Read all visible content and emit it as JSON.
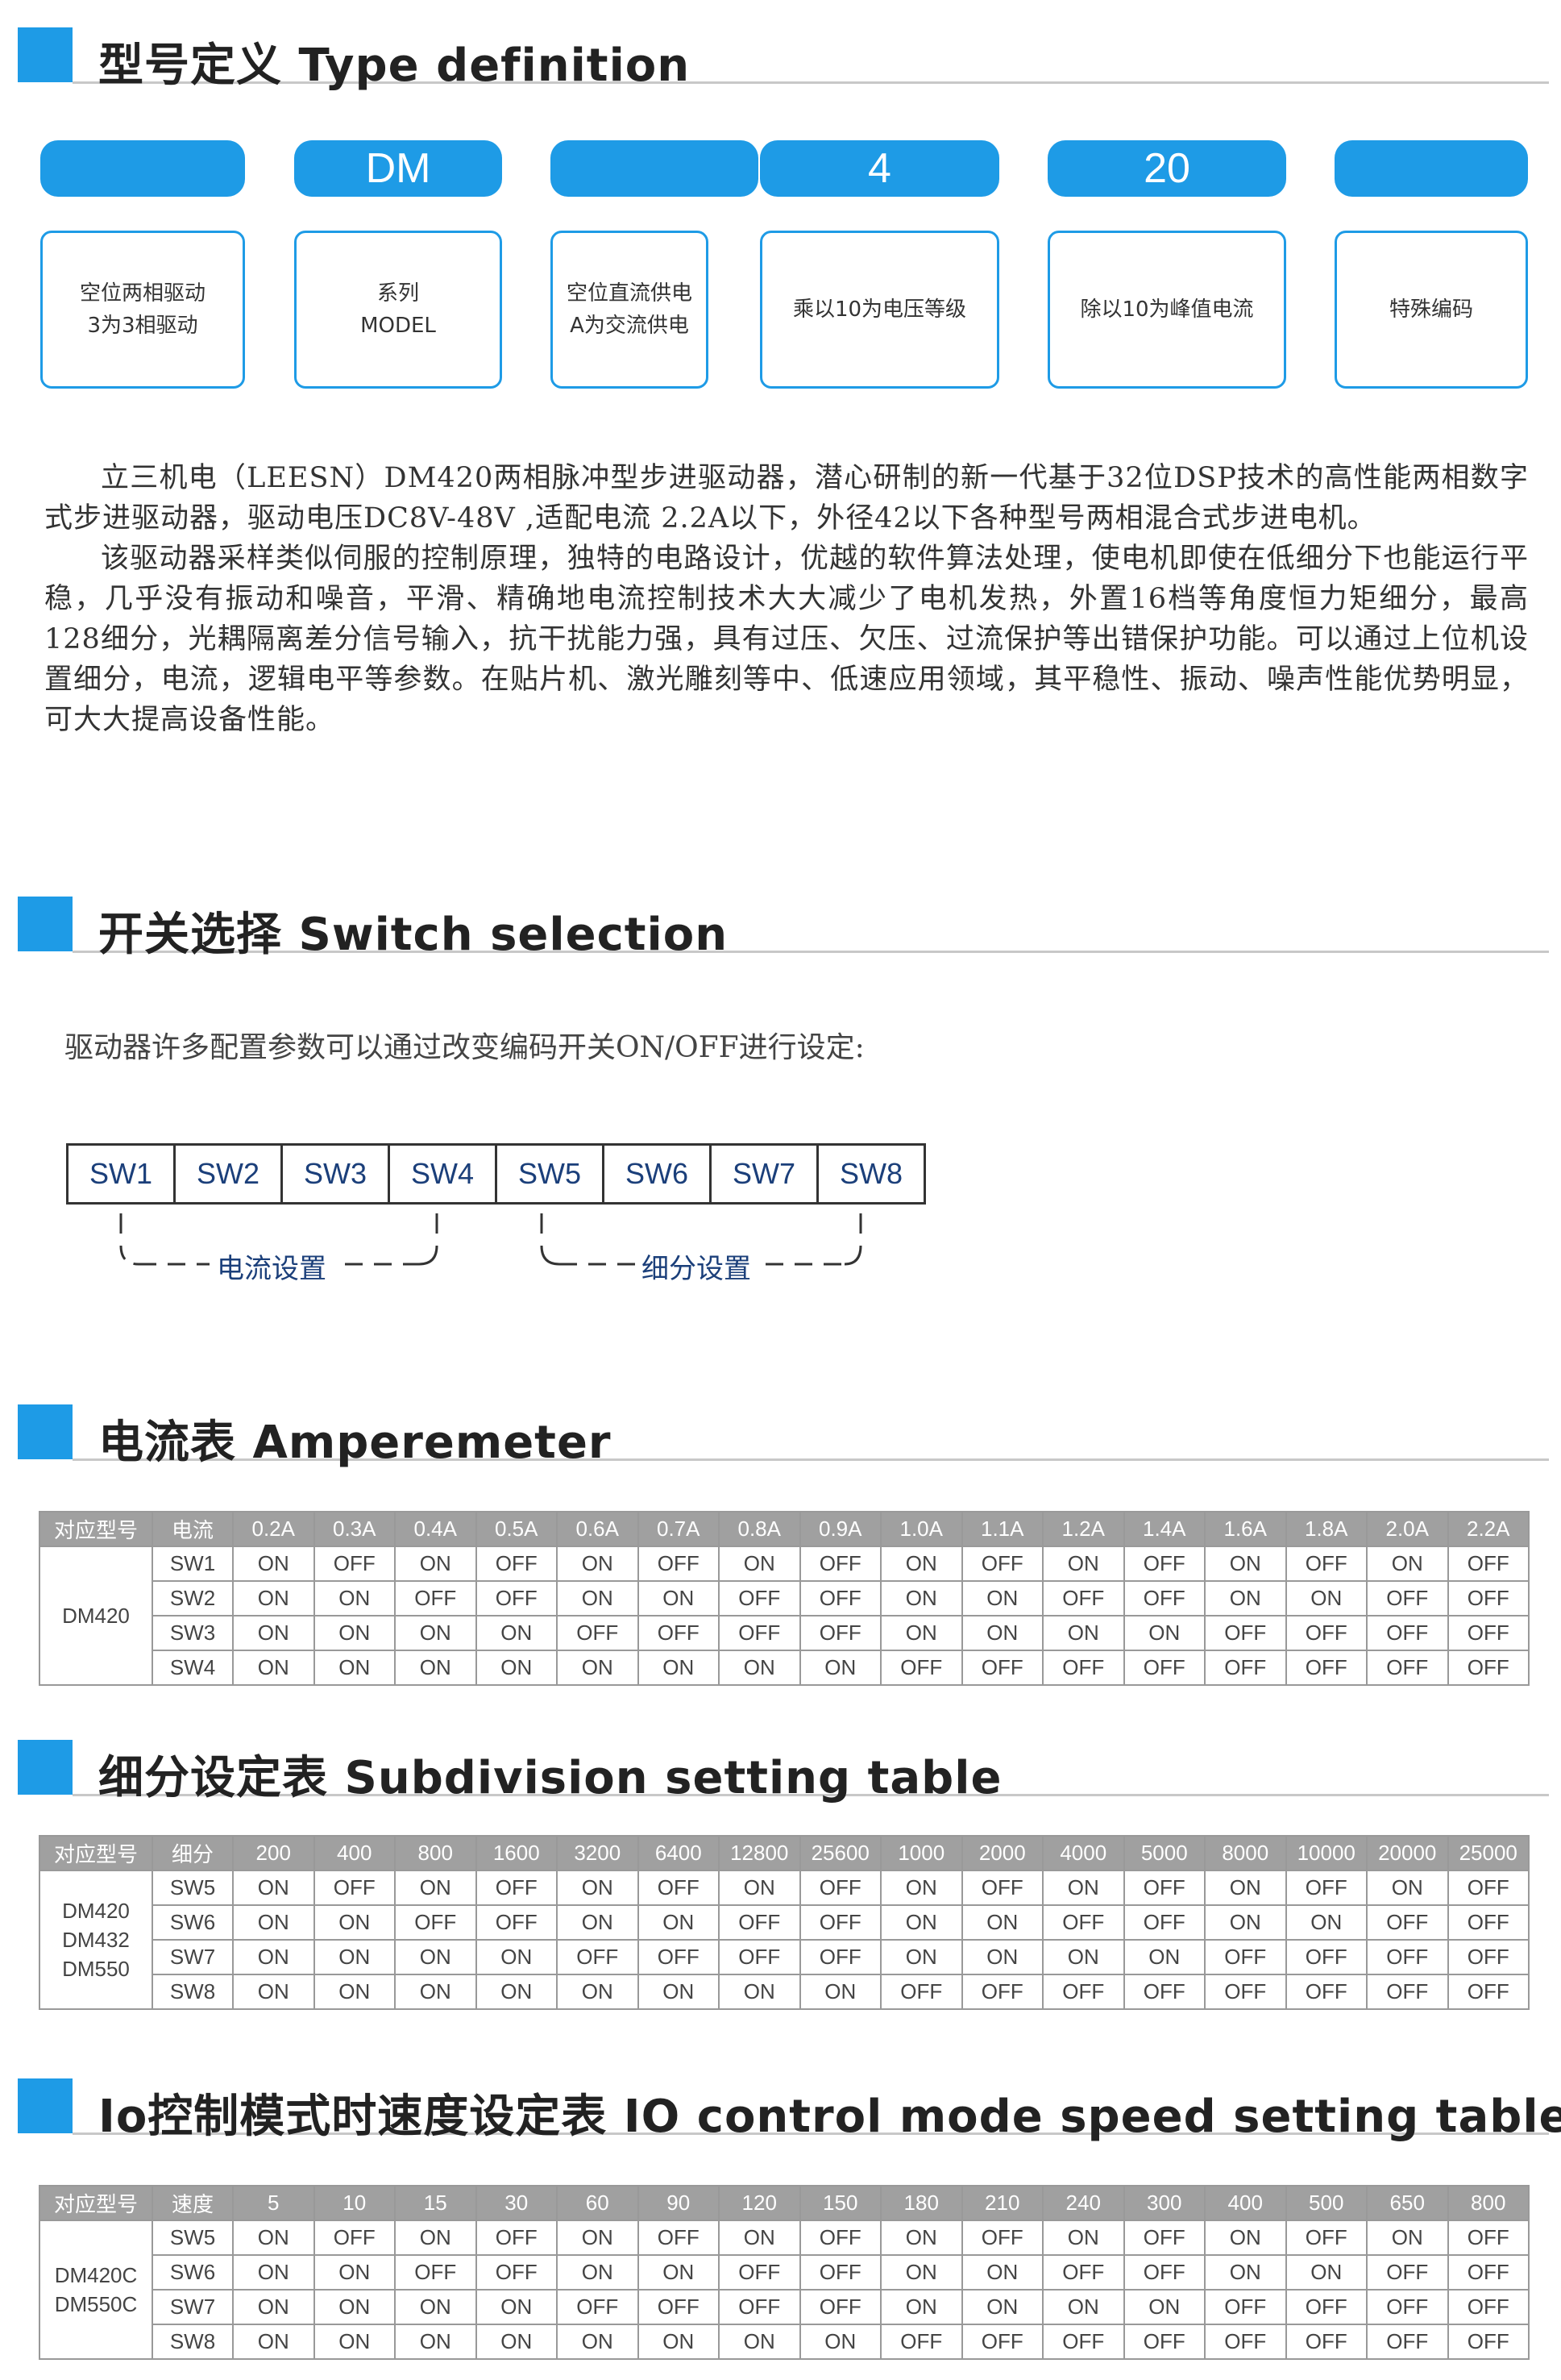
{
  "sections": {
    "type_def": "型号定义 Type definition",
    "switch": "开关选择 Switch selection",
    "amp": "电流表 Amperemeter",
    "subdiv": "细分设定表 Subdivision setting table",
    "io": "Io控制模式时速度设定表 IO control mode speed setting table"
  },
  "type_definition": {
    "pills": [
      "",
      "DM",
      "",
      "4",
      "20",
      ""
    ],
    "boxes": [
      [
        "空位两相驱动",
        "3为3相驱动"
      ],
      [
        "系列",
        "MODEL"
      ],
      [
        "空位直流供电",
        "A为交流供电"
      ],
      [
        "乘以10为电压等级"
      ],
      [
        "除以10为峰值电流"
      ],
      [
        "特殊编码"
      ]
    ]
  },
  "description": {
    "p1": "立三机电（LEESN）DM420两相脉冲型步进驱动器，潜心研制的新一代基于32位DSP技术的高性能两相数字式步进驱动器，驱动电压DC8V-48V ,适配电流 2.2A以下，外径42以下各种型号两相混合式步进电机。",
    "p2": "该驱动器采样类似伺服的控制原理，独特的电路设计，优越的软件算法处理，使电机即使在低细分下也能运行平稳，几乎没有振动和噪音，平滑、精确地电流控制技术大大减少了电机发热，外置16档等角度恒力矩细分，最高128细分，光耦隔离差分信号输入，抗干扰能力强，具有过压、欠压、过流保护等出错保护功能。可以通过上位机设置细分，电流，逻辑电平等参数。在贴片机、激光雕刻等中、低速应用领域，其平稳性、振动、噪声性能优势明显，可大大提高设备性能。"
  },
  "switch_selection": {
    "intro": "驱动器许多配置参数可以通过改变编码开关ON/OFF进行设定:",
    "switches": [
      "SW1",
      "SW2",
      "SW3",
      "SW4",
      "SW5",
      "SW6",
      "SW7",
      "SW8"
    ],
    "group1_label": "电流设置",
    "group2_label": "细分设置"
  },
  "amperemeter": {
    "corner": "对应型号",
    "param": "电流",
    "columns": [
      "0.2A",
      "0.3A",
      "0.4A",
      "0.5A",
      "0.6A",
      "0.7A",
      "0.8A",
      "0.9A",
      "1.0A",
      "1.1A",
      "1.2A",
      "1.4A",
      "1.6A",
      "1.8A",
      "2.0A",
      "2.2A"
    ],
    "model": "DM420",
    "rows": [
      {
        "sw": "SW1",
        "values": [
          "ON",
          "OFF",
          "ON",
          "OFF",
          "ON",
          "OFF",
          "ON",
          "OFF",
          "ON",
          "OFF",
          "ON",
          "OFF",
          "ON",
          "OFF",
          "ON",
          "OFF"
        ]
      },
      {
        "sw": "SW2",
        "values": [
          "ON",
          "ON",
          "OFF",
          "OFF",
          "ON",
          "ON",
          "OFF",
          "OFF",
          "ON",
          "ON",
          "OFF",
          "OFF",
          "ON",
          "ON",
          "OFF",
          "OFF"
        ]
      },
      {
        "sw": "SW3",
        "values": [
          "ON",
          "ON",
          "ON",
          "ON",
          "OFF",
          "OFF",
          "OFF",
          "OFF",
          "ON",
          "ON",
          "ON",
          "ON",
          "OFF",
          "OFF",
          "OFF",
          "OFF"
        ]
      },
      {
        "sw": "SW4",
        "values": [
          "ON",
          "ON",
          "ON",
          "ON",
          "ON",
          "ON",
          "ON",
          "ON",
          "OFF",
          "OFF",
          "OFF",
          "OFF",
          "OFF",
          "OFF",
          "OFF",
          "OFF"
        ]
      }
    ]
  },
  "subdivision": {
    "corner": "对应型号",
    "param": "细分",
    "columns": [
      "200",
      "400",
      "800",
      "1600",
      "3200",
      "6400",
      "12800",
      "25600",
      "1000",
      "2000",
      "4000",
      "5000",
      "8000",
      "10000",
      "20000",
      "25000"
    ],
    "models": [
      "DM420",
      "DM432",
      "DM550"
    ],
    "rows": [
      {
        "sw": "SW5",
        "values": [
          "ON",
          "OFF",
          "ON",
          "OFF",
          "ON",
          "OFF",
          "ON",
          "OFF",
          "ON",
          "OFF",
          "ON",
          "OFF",
          "ON",
          "OFF",
          "ON",
          "OFF"
        ]
      },
      {
        "sw": "SW6",
        "values": [
          "ON",
          "ON",
          "OFF",
          "OFF",
          "ON",
          "ON",
          "OFF",
          "OFF",
          "ON",
          "ON",
          "OFF",
          "OFF",
          "ON",
          "ON",
          "OFF",
          "OFF"
        ]
      },
      {
        "sw": "SW7",
        "values": [
          "ON",
          "ON",
          "ON",
          "ON",
          "OFF",
          "OFF",
          "OFF",
          "OFF",
          "ON",
          "ON",
          "ON",
          "ON",
          "OFF",
          "OFF",
          "OFF",
          "OFF"
        ]
      },
      {
        "sw": "SW8",
        "values": [
          "ON",
          "ON",
          "ON",
          "ON",
          "ON",
          "ON",
          "ON",
          "ON",
          "OFF",
          "OFF",
          "OFF",
          "OFF",
          "OFF",
          "OFF",
          "OFF",
          "OFF"
        ]
      }
    ]
  },
  "io_speed": {
    "corner": "对应型号",
    "param": "速度",
    "columns": [
      "5",
      "10",
      "15",
      "30",
      "60",
      "90",
      "120",
      "150",
      "180",
      "210",
      "240",
      "300",
      "400",
      "500",
      "650",
      "800"
    ],
    "models": [
      "DM420C",
      "DM550C"
    ],
    "rows": [
      {
        "sw": "SW5",
        "values": [
          "ON",
          "OFF",
          "ON",
          "OFF",
          "ON",
          "OFF",
          "ON",
          "OFF",
          "ON",
          "OFF",
          "ON",
          "OFF",
          "ON",
          "OFF",
          "ON",
          "OFF"
        ]
      },
      {
        "sw": "SW6",
        "values": [
          "ON",
          "ON",
          "OFF",
          "OFF",
          "ON",
          "ON",
          "OFF",
          "OFF",
          "ON",
          "ON",
          "OFF",
          "OFF",
          "ON",
          "ON",
          "OFF",
          "OFF"
        ]
      },
      {
        "sw": "SW7",
        "values": [
          "ON",
          "ON",
          "ON",
          "ON",
          "OFF",
          "OFF",
          "OFF",
          "OFF",
          "ON",
          "ON",
          "ON",
          "ON",
          "OFF",
          "OFF",
          "OFF",
          "OFF"
        ]
      },
      {
        "sw": "SW8",
        "values": [
          "ON",
          "ON",
          "ON",
          "ON",
          "ON",
          "ON",
          "ON",
          "ON",
          "OFF",
          "OFF",
          "OFF",
          "OFF",
          "OFF",
          "OFF",
          "OFF",
          "OFF"
        ]
      }
    ]
  },
  "colors": {
    "accent": "#1e9be6",
    "header_gray": "#a0a0a0",
    "switch_text": "#1b3f7a"
  }
}
